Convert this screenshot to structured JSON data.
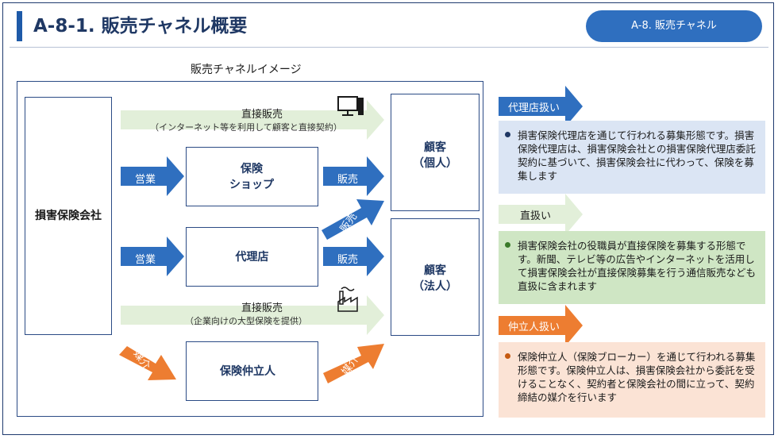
{
  "header": {
    "title": "A-8-1. 販売チャネル概要",
    "section": "A-8. 販売チャネル"
  },
  "diagram": {
    "image_label": "販売チャネルイメージ",
    "company": "損害保険会社",
    "shop": "保険\nショップ",
    "agency": "代理店",
    "broker": "保険仲立人",
    "individual": "顧客\n（個人）",
    "corporate": "顧客\n（法人）",
    "direct_top_title": "直接販売",
    "direct_top_sub": "（インターネット等を利用して顧客と直接契約）",
    "direct_bottom_title": "直接販売",
    "direct_bottom_sub": "（企業向けの大型保険を提供）",
    "sales1": "営業",
    "sales2": "営業",
    "sell_shop": "販売",
    "sell_agency_diag": "販売",
    "sell_agency": "販売",
    "broker_in": "媒介",
    "broker_out": "媒介"
  },
  "legend": [
    {
      "tag": "代理店扱い",
      "color": "#2f6fbf",
      "bg": "#dbe5f4",
      "text": "損害保険代理店を通じて行われる募集形態です。損害保険代理店は、損害保険会社との損害保険代理店委託契約に基づいて、損害保険会社に代わって、保険を募集します"
    },
    {
      "tag": "直扱い",
      "color": "#e2efd9",
      "bg": "#cfe6c4",
      "text": "損害保険会社の役職員が直接保険を募集する形態です。新聞、テレビ等の広告やインターネットを活用して損害保険会社が直接保険募集を行う通信販売なども直扱に含まれます"
    },
    {
      "tag": "仲立人扱い",
      "color": "#ed7d31",
      "bg": "#fbe3d5",
      "text": "保険仲立人（保険ブローカー）を通じて行われる募集形態です。保険仲立人は、損害保険会社から委託を受けることなく、契約者と保険会社の間に立って、契約締結の媒介を行います"
    }
  ],
  "colors": {
    "blue": "#2f6fbf",
    "green": "#e2efd9",
    "orange": "#ed7d31",
    "navy": "#1f3864"
  }
}
